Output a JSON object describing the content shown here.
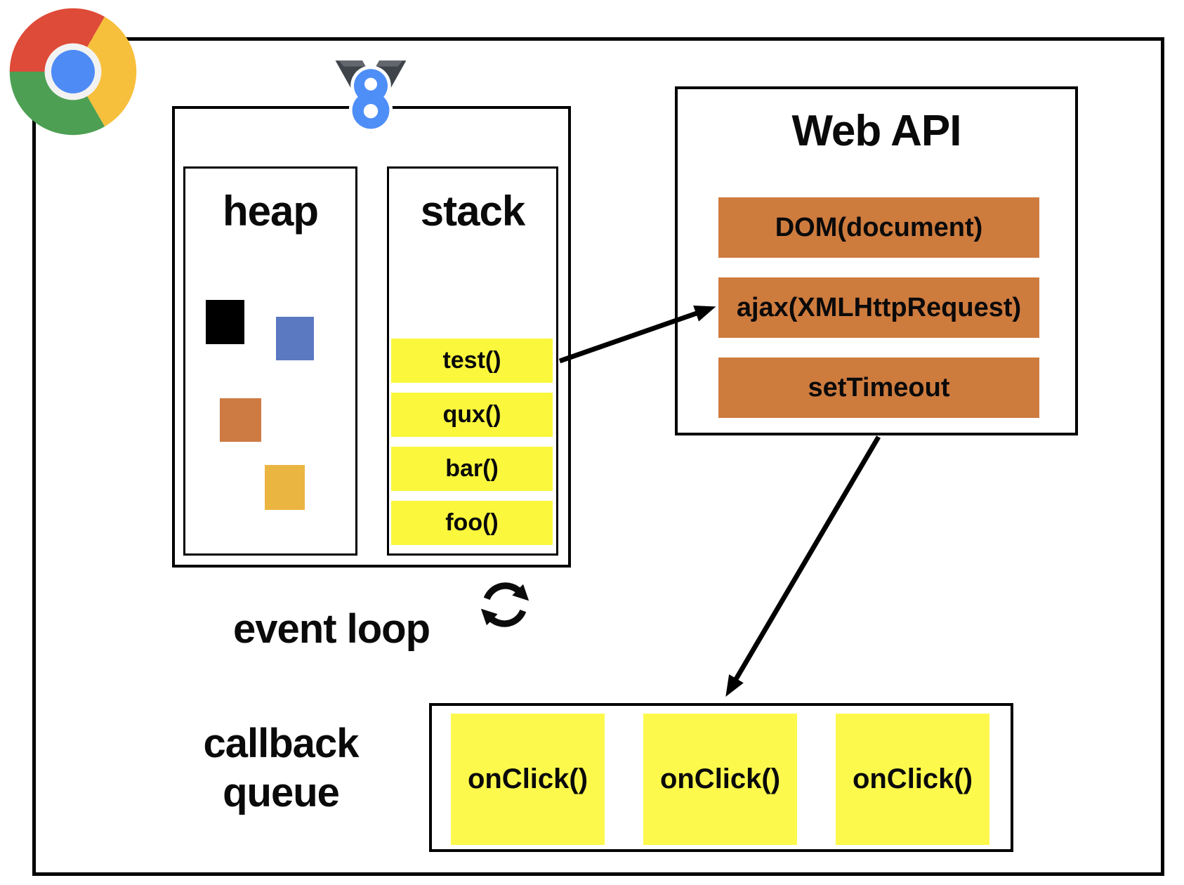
{
  "diagram": {
    "title_semantic": "javascript event loop runtime diagram",
    "browser": {
      "logo": "chrome-logo"
    },
    "v8": {
      "logo": "v8-logo",
      "heap": {
        "label": "heap",
        "squares": [
          {
            "name": "black-square",
            "color": "#000000"
          },
          {
            "name": "blue-square",
            "color": "#5B79C1"
          },
          {
            "name": "orange-square",
            "color": "#CD7B42"
          },
          {
            "name": "gold-square",
            "color": "#EBB542"
          }
        ]
      },
      "stack": {
        "label": "stack",
        "item_bg": "#FAF73D",
        "items": [
          "test()",
          "qux()",
          "bar()",
          "foo()"
        ]
      }
    },
    "web_api": {
      "title": "Web API",
      "item_bg": "#CE7B3E",
      "items": [
        "DOM(document)",
        "ajax(XMLHttpRequest)",
        "setTimeout"
      ]
    },
    "event_loop": {
      "label": "event loop",
      "icon": "loop-arrows-icon"
    },
    "callback_queue": {
      "label_line1": "callback",
      "label_line2": "queue",
      "item_bg": "#FCF94C",
      "items": [
        "onClick()",
        "onClick()",
        "onClick()"
      ]
    },
    "colors": {
      "chrome_red": "#DE4B38",
      "chrome_green": "#4DA053",
      "chrome_yellow": "#F7C03C",
      "chrome_blue": "#4E8BF5",
      "v8_blue": "#4E8EF7",
      "v8_gray": "#3F444A",
      "arrow": "#000000"
    }
  }
}
